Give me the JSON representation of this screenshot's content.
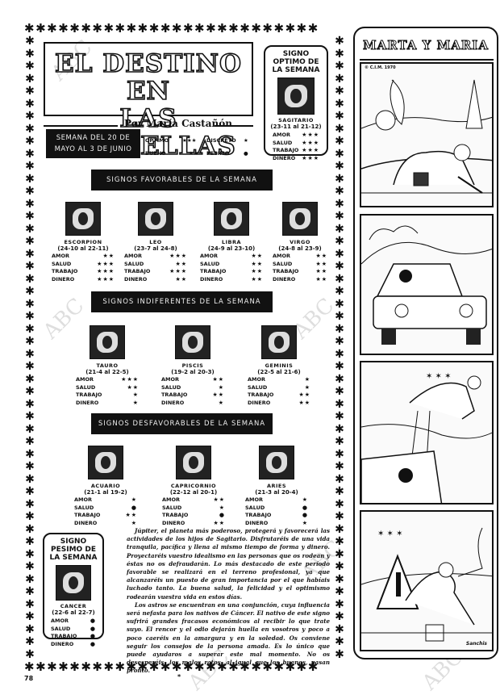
{
  "header": {
    "title_line1": "EL DESTINO EN",
    "title_line2": "LAS ESTRELLAS",
    "byline": "Por María Castañón",
    "week": "SEMANA DEL 20 DE MAYO AL 3 DE JUNIO",
    "week_line1": "SEMANA DEL 20 DE",
    "week_line2": "MAYO AL 3 DE JUNIO"
  },
  "legend": [
    {
      "label": "OPTIMO",
      "symbol": "★★★"
    },
    {
      "label": "BUENO",
      "symbol": "★★"
    },
    {
      "label": "DISCRETO",
      "symbol": "★"
    },
    {
      "label": "PESIMO",
      "symbol": "●"
    }
  ],
  "best_sign": {
    "heading_line1": "SIGNO",
    "heading_line2": "OPTIMO DE",
    "heading_line3": "LA SEMANA",
    "name": "SAGITARIO",
    "dates": "(23-11 al 21-12)",
    "ratings": [
      {
        "label": "AMOR",
        "value": "★★★"
      },
      {
        "label": "SALUD",
        "value": "★★★"
      },
      {
        "label": "TRABAJO",
        "value": "★★★"
      },
      {
        "label": "DINERO",
        "value": "★★★"
      }
    ]
  },
  "sections": [
    {
      "title": "SIGNOS FAVORABLES DE LA SEMANA",
      "signs": [
        {
          "name": "ESCORPION",
          "dates": "(24-10 al 22-11)",
          "ratings": [
            {
              "label": "AMOR",
              "value": "★★"
            },
            {
              "label": "SALUD",
              "value": "★★★"
            },
            {
              "label": "TRABAJO",
              "value": "★★★"
            },
            {
              "label": "DINERO",
              "value": "★★★"
            }
          ]
        },
        {
          "name": "LEO",
          "dates": "(23-7 al 24-8)",
          "ratings": [
            {
              "label": "AMOR",
              "value": "★★★"
            },
            {
              "label": "SALUD",
              "value": "★★"
            },
            {
              "label": "TRABAJO",
              "value": "★★★"
            },
            {
              "label": "DINERO",
              "value": "★★"
            }
          ]
        },
        {
          "name": "LIBRA",
          "dates": "(24-9 al 23-10)",
          "ratings": [
            {
              "label": "AMOR",
              "value": "★★"
            },
            {
              "label": "SALUD",
              "value": "★★"
            },
            {
              "label": "TRABAJO",
              "value": "★★"
            },
            {
              "label": "DINERO",
              "value": "★★"
            }
          ]
        },
        {
          "name": "VIRGO",
          "dates": "(24-8 al 23-9)",
          "ratings": [
            {
              "label": "AMOR",
              "value": "★★"
            },
            {
              "label": "SALUD",
              "value": "★★"
            },
            {
              "label": "TRABAJO",
              "value": "★★"
            },
            {
              "label": "DINERO",
              "value": "★★"
            }
          ]
        }
      ]
    },
    {
      "title": "SIGNOS INDIFERENTES DE LA SEMANA",
      "signs": [
        {
          "name": "TAURO",
          "dates": "(21-4 al 22-5)",
          "ratings": [
            {
              "label": "AMOR",
              "value": "★★★"
            },
            {
              "label": "SALUD",
              "value": "★★"
            },
            {
              "label": "TRABAJO",
              "value": "★"
            },
            {
              "label": "DINERO",
              "value": "★"
            }
          ]
        },
        {
          "name": "PISCIS",
          "dates": "(19-2 al 20-3)",
          "ratings": [
            {
              "label": "AMOR",
              "value": "★★"
            },
            {
              "label": "SALUD",
              "value": "★"
            },
            {
              "label": "TRABAJO",
              "value": "★★"
            },
            {
              "label": "DINERO",
              "value": "★"
            }
          ]
        },
        {
          "name": "GEMINIS",
          "dates": "(22-5 al 21-6)",
          "ratings": [
            {
              "label": "AMOR",
              "value": "★"
            },
            {
              "label": "SALUD",
              "value": "★"
            },
            {
              "label": "TRABAJO",
              "value": "★★"
            },
            {
              "label": "DINERO",
              "value": "★★"
            }
          ]
        }
      ]
    },
    {
      "title": "SIGNOS DESFAVORABLES DE LA SEMANA",
      "signs": [
        {
          "name": "ACUARIO",
          "dates": "(21-1 al 19-2)",
          "ratings": [
            {
              "label": "AMOR",
              "value": "★"
            },
            {
              "label": "SALUD",
              "value": "●"
            },
            {
              "label": "TRABAJO",
              "value": "★★"
            },
            {
              "label": "DINERO",
              "value": "★"
            }
          ]
        },
        {
          "name": "CAPRICORNIO",
          "dates": "(22-12 al 20-1)",
          "ratings": [
            {
              "label": "AMOR",
              "value": "★★"
            },
            {
              "label": "SALUD",
              "value": "★"
            },
            {
              "label": "TRABAJO",
              "value": "●"
            },
            {
              "label": "DINERO",
              "value": "★★"
            }
          ]
        },
        {
          "name": "ARIES",
          "dates": "(21-3 al 20-4)",
          "ratings": [
            {
              "label": "AMOR",
              "value": "★"
            },
            {
              "label": "SALUD",
              "value": "●"
            },
            {
              "label": "TRABAJO",
              "value": "●"
            },
            {
              "label": "DINERO",
              "value": "★"
            }
          ]
        }
      ]
    }
  ],
  "worst_sign": {
    "heading_line1": "SIGNO",
    "heading_line2": "PESIMO DE",
    "heading_line3": "LA SEMANA",
    "name": "CANCER",
    "dates": "(22-6 al 22-7)",
    "ratings": [
      {
        "label": "AMOR",
        "value": "●"
      },
      {
        "label": "SALUD",
        "value": "●"
      },
      {
        "label": "TRABAJO",
        "value": "●"
      },
      {
        "label": "DINERO",
        "value": "●"
      }
    ]
  },
  "article": {
    "p1": "Júpiter, el planeta más poderoso, protegerá y favorecerá las actividades de los hijos de Sagitario. Disfrutaréis de una vida tranquila, pacífica y llena al mismo tiempo de forma y dinero. Proyectaréis vuestro idealismo en las personas que os rodean y éstas no os defraudarán. Lo más destacado de este período favorable se realizará en el terreno profesional, ya que alcanzaréis un puesto de gran importancia por el que habíais luchado tanto. La buena salud, la felicidad y el optimismo rodearán vuestra vida en estos días.",
    "p2": "Los astros se encuentran en una conjunción, cuya influencia será nefasta para los nativos de Cáncer. El nativo de este signo sufrirá grandes fracasos económicos al recibir lo que trate suyo. El rencor y el odio dejarán huella en vosotros y poco a poco caeréis en la amargura y en la soledad. Os conviene seguir los consejos de la persona amada. Es lo único que puede ayudaros a superar este mal momento. No os desesperéis, los malos ratos, al igual que los buenos, pasan pronto."
  },
  "comic": {
    "title": "MARTA Y MARIA",
    "copyright": "© C.I.M. 1970",
    "signature": "Sanchis",
    "panels": [
      {
        "scene": "Man bending over painting a line on a country road, paint bucket in hand"
      },
      {
        "scene": "Small car driving along the road towards the viewer"
      },
      {
        "scene": "Car hits the man; he is thrown into the air, stars around him"
      },
      {
        "scene": "Man continues painting the line with a warning triangle sign stuck on his back"
      }
    ]
  },
  "footer": {
    "page_number": "78",
    "mark": "*"
  },
  "watermark": "ABC"
}
